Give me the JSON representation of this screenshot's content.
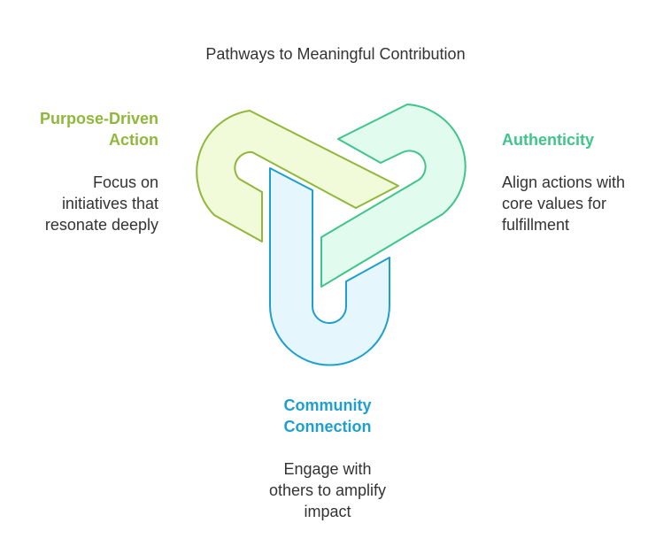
{
  "title": "Pathways to Meaningful Contribution",
  "colors": {
    "purpose": "#8fb83a",
    "purpose_fill": "#f1fbd9",
    "authenticity": "#3fc48a",
    "authenticity_fill": "#e1fbee",
    "community": "#1e9fcf",
    "community_fill": "#e6f6fd"
  },
  "items": [
    {
      "heading": "Purpose-Driven\nAction",
      "description": "Focus on\ninitiatives that\nresonate deeply",
      "icon": "loop-link-icon"
    },
    {
      "heading": "Authenticity",
      "description": "Align actions with\ncore values for\nfulfillment",
      "icon": "loop-link-icon"
    },
    {
      "heading": "Community\nConnection",
      "description": "Engage with\nothers to amplify\nimpact",
      "icon": "loop-link-icon"
    }
  ]
}
